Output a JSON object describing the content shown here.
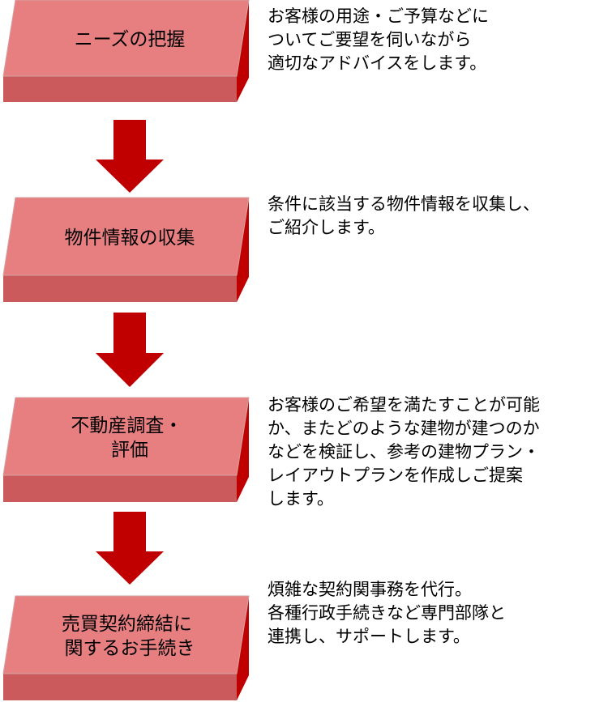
{
  "colors": {
    "box_face": "#e77f80",
    "box_side": "#c00000",
    "box_bottom": "#cb5a5d",
    "box_stroke": "#d3a3a3",
    "arrow": "#c00000",
    "text": "#000000"
  },
  "steps": [
    {
      "title_lines": [
        "ニーズの把握"
      ],
      "desc_lines": [
        "お客様の用途・ご予算などに",
        "ついてご要望を伺いながら",
        "適切なアドバイスをします。"
      ]
    },
    {
      "title_lines": [
        "物件情報の収集"
      ],
      "desc_lines": [
        "条件に該当する物件情報を収集し、",
        "ご紹介します。"
      ]
    },
    {
      "title_lines": [
        "不動産調査・",
        "評価"
      ],
      "desc_lines": [
        "お客様のご希望を満たすことが可能",
        "か、またどのような建物が建つのか",
        "などを検証し、参考の建物プラン・",
        "レイアウトプランを作成しご提案",
        "します。"
      ]
    },
    {
      "title_lines": [
        "売買契約締結に",
        "関するお手続き"
      ],
      "desc_lines": [
        "煩雑な契約関事務を代行。",
        "各種行政手続きなど専門部隊と",
        "連携し、サポートします。"
      ]
    }
  ]
}
